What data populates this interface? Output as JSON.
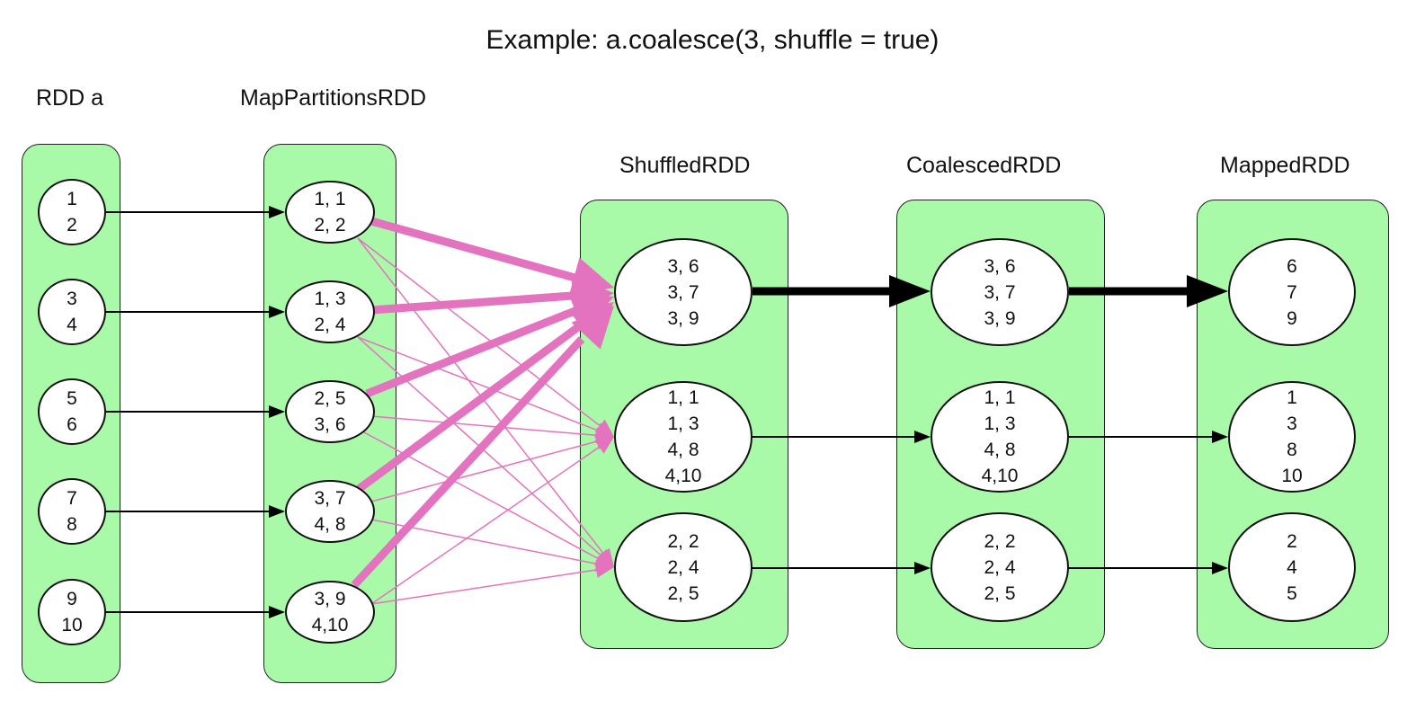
{
  "title": "Example: a.coalesce(3, shuffle = true)",
  "columns": {
    "rdd_a": {
      "label": "RDD a",
      "nodes": [
        "1\n2",
        "3\n4",
        "5\n6",
        "7\n8",
        "9\n10"
      ]
    },
    "map_partitions": {
      "label": "MapPartitionsRDD",
      "nodes": [
        "1, 1\n2, 2",
        "1, 3\n2, 4",
        "2, 5\n3, 6",
        "3, 7\n4, 8",
        "3, 9\n4,10"
      ]
    },
    "shuffled": {
      "label": "ShuffledRDD",
      "nodes": [
        "3, 6\n3, 7\n3, 9",
        "1, 1\n1, 3\n4, 8\n4,10",
        "2, 2\n2, 4\n2, 5"
      ]
    },
    "coalesced": {
      "label": "CoalescedRDD",
      "nodes": [
        "3, 6\n3, 7\n3, 9",
        "1, 1\n1, 3\n4, 8\n4,10",
        "2, 2\n2, 4\n2, 5"
      ]
    },
    "mapped": {
      "label": "MappedRDD",
      "nodes": [
        "6\n7\n9",
        "1\n3\n8\n10",
        "2\n4\n5"
      ]
    }
  },
  "colors": {
    "container_fill": "#a8f9a8",
    "shuffle_edge": "#e373bf",
    "plain_edge": "#000000"
  }
}
